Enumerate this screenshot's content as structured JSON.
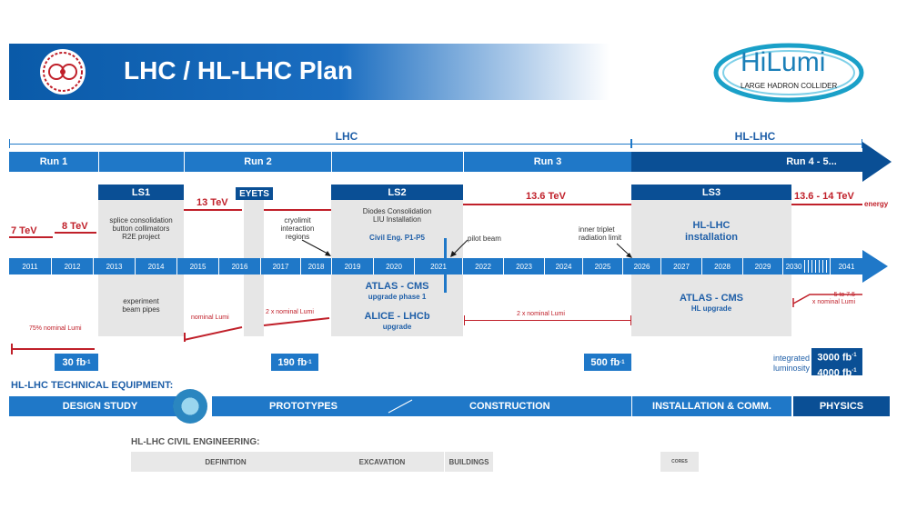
{
  "title": "LHC / HL-LHC Plan",
  "logo": {
    "line1": "HiLumi",
    "line2": "LARGE HADRON COLLIDER"
  },
  "timeline": {
    "lhc": "LHC",
    "hllhc": "HL-LHC"
  },
  "runs": [
    "Run 1",
    "Run 2",
    "Run 3",
    "Run 4 - 5..."
  ],
  "shutdowns": {
    "ls1": "LS1",
    "eyets": "EYETS",
    "ls2": "LS2",
    "ls3": "LS3"
  },
  "energies": {
    "e1": "7 TeV",
    "e2": "8 TeV",
    "e3": "13 TeV",
    "e4": "13.6 TeV",
    "e5": "13.6 - 14 TeV",
    "label": "energy"
  },
  "ls1_text": [
    "splice consolidation",
    "button collimators",
    "R2E project"
  ],
  "cryolimit": [
    "cryolimit",
    "interaction",
    "regions"
  ],
  "ls2_text": [
    "Diodes Consolidation",
    "LIU Installation"
  ],
  "civil_p1p5": "Civil Eng. P1-P5",
  "pilot_beam": "pilot beam",
  "inner_triplet": [
    "inner triplet",
    "radiation limit"
  ],
  "ls3_text": [
    "HL-LHC",
    "installation"
  ],
  "years": [
    "2011",
    "2012",
    "2013",
    "2014",
    "2015",
    "2016",
    "2017",
    "2018",
    "2019",
    "2020",
    "2021",
    "2022",
    "2023",
    "2024",
    "2025",
    "2026",
    "2027",
    "2028",
    "2029",
    "2030",
    "2041"
  ],
  "experiment_pipes": [
    "experiment",
    "beam pipes"
  ],
  "atlas_cms1": "ATLAS - CMS",
  "upgrade_phase": "upgrade phase 1",
  "alice": "ALICE - LHCb",
  "alice_up": "upgrade",
  "atlas_cms2": "ATLAS - CMS",
  "hl_upgrade": "HL upgrade",
  "lumi_labels": {
    "l1": "75% nominal Lumi",
    "l2": "nominal Lumi",
    "l3": "2 x nominal Lumi",
    "l4": "2 x nominal Lumi",
    "l5a": "5 to 7.5",
    "l5b": "x nominal Lumi"
  },
  "integrated": {
    "v1": "30 fb",
    "v2": "190 fb",
    "v3": "500 fb",
    "v4": "3000 fb",
    "v5": "4000 fb",
    "sup": "-1",
    "lbl1": "integrated",
    "lbl2": "luminosity"
  },
  "tech": {
    "title": "HL-LHC TECHNICAL EQUIPMENT:",
    "design": "DESIGN STUDY",
    "proto": "PROTOTYPES",
    "constr": "CONSTRUCTION",
    "install": "INSTALLATION & COMM.",
    "physics": "PHYSICS"
  },
  "civil": {
    "title": "HL-LHC CIVIL ENGINEERING:",
    "def": "DEFINITION",
    "exc": "EXCAVATION",
    "bld": "BUILDINGS",
    "cores": "CORES"
  }
}
